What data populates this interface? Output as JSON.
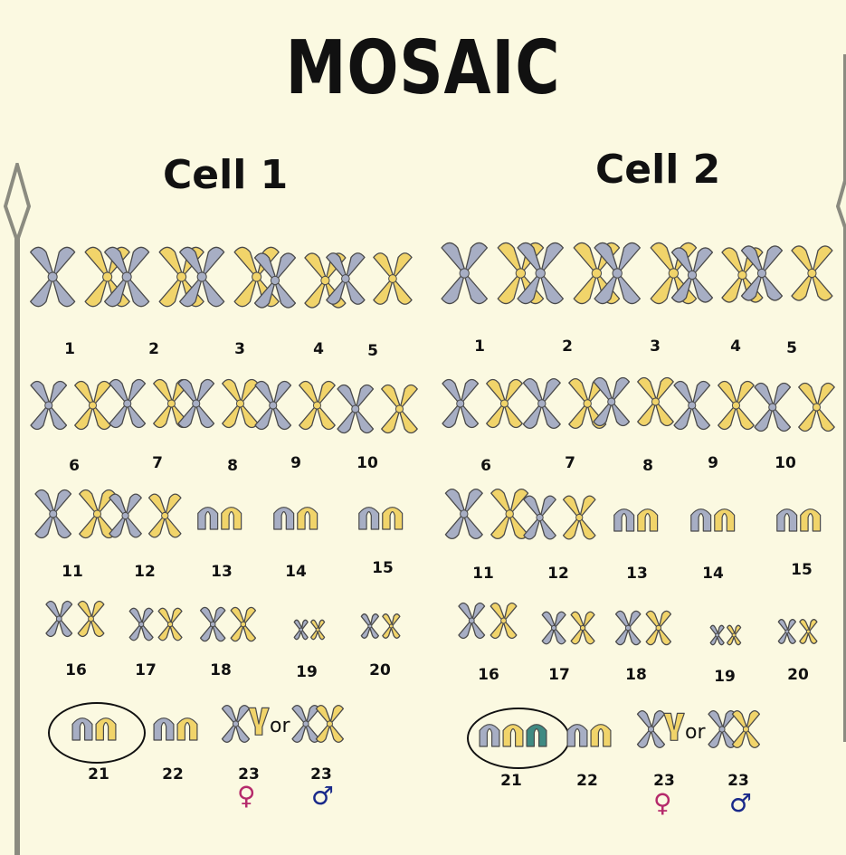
{
  "title": "MOSAIC",
  "colors": {
    "background": "#fbf9e1",
    "chromosome_blue": "#a7aec4",
    "chromosome_yellow": "#f1d46a",
    "chromosome_teal": "#3f8a82",
    "outline": "#4a4a4a",
    "female_symbol": "#b52a6b",
    "male_symbol": "#1a2a8a"
  },
  "cells": [
    {
      "label": "Cell 1",
      "chromosome_numbers": [
        "1",
        "2",
        "3",
        "4",
        "5",
        "6",
        "7",
        "8",
        "9",
        "10",
        "11",
        "12",
        "13",
        "14",
        "15",
        "16",
        "17",
        "18",
        "19",
        "20",
        "21",
        "22",
        "23",
        "23"
      ],
      "chromosome_21_copies": 2,
      "or_label": "or",
      "female_symbol": "♀",
      "male_symbol": "♂"
    },
    {
      "label": "Cell 2",
      "chromosome_numbers": [
        "1",
        "2",
        "3",
        "4",
        "5",
        "6",
        "7",
        "8",
        "9",
        "10",
        "11",
        "12",
        "13",
        "14",
        "15",
        "16",
        "17",
        "18",
        "19",
        "20",
        "21",
        "22",
        "23",
        "23"
      ],
      "chromosome_21_copies": 3,
      "or_label": "or",
      "female_symbol": "♀",
      "male_symbol": "♂"
    }
  ]
}
